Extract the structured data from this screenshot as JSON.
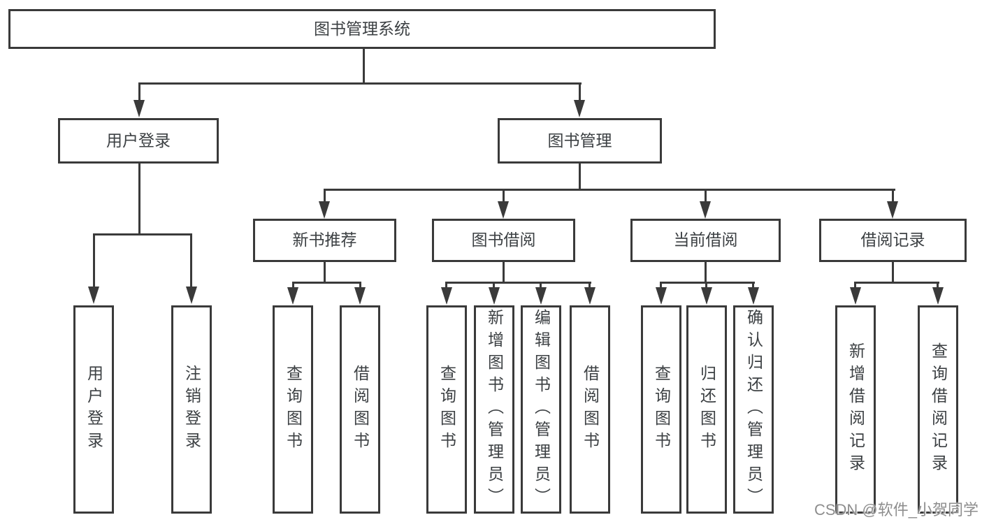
{
  "nodes": {
    "root": "图书管理系统",
    "user_login": "用户登录",
    "book_mgmt": "图书管理",
    "new_book_rec": "新书推荐",
    "book_borrow": "图书借阅",
    "current_borrow": "当前借阅",
    "borrow_records": "借阅记录",
    "leaves": {
      "user_login_action": "用户登录",
      "logout": "注销登录",
      "rec_query_books": "查询图书",
      "rec_borrow_books": "借阅图书",
      "borrow_query_books": "查询图书",
      "borrow_add_books": "新增图书（管理员）",
      "borrow_edit_books": "编辑图书（管理员）",
      "borrow_borrow_books": "借阅图书",
      "cur_query_books": "查询图书",
      "cur_return_books": "归还图书",
      "cur_confirm_return": "确认归还（管理员）",
      "records_add": "新增借阅记录",
      "records_query": "查询借阅记录"
    }
  },
  "watermark": "CSDN @软件_小贺同学",
  "colors": {
    "line": "#3a3a3a",
    "text": "#3c4043",
    "watermark": "#8e8e8e"
  }
}
